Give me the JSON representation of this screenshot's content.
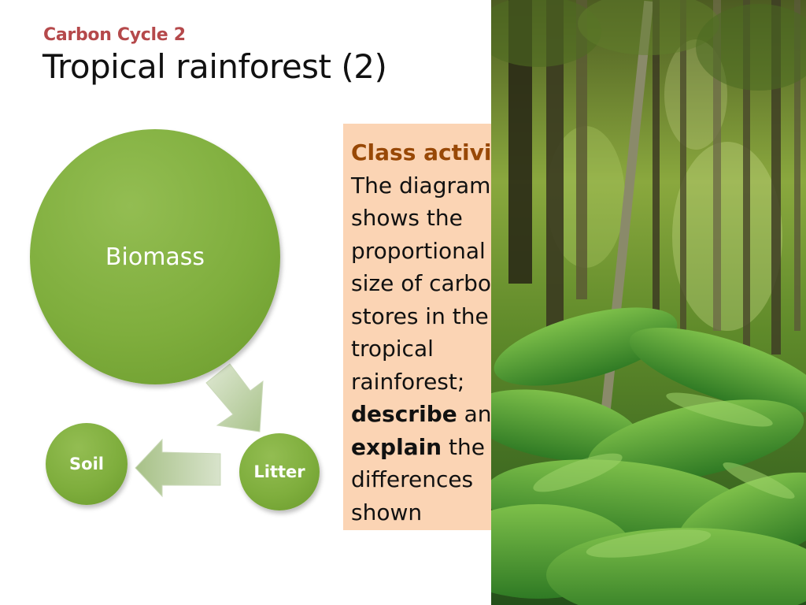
{
  "header": {
    "subtitle": "Carbon Cycle 2",
    "title": "Tropical rainforest (2)"
  },
  "diagram": {
    "nodes": {
      "biomass": "Biomass",
      "litter": "Litter",
      "soil": "Soil"
    },
    "colors": {
      "node_fill": "#7fae3d",
      "arrow_fill": "#b6cc9a"
    }
  },
  "activity": {
    "heading": "Class activity",
    "lines": [
      "The diagram",
      "shows the",
      "proportional",
      "size of carbon",
      "stores in the",
      "tropical",
      "rainforest;"
    ],
    "describe_bold": "describe",
    "describe_rest": " and",
    "explain_bold": "explain",
    "explain_rest": " the",
    "line_end_1": "differences",
    "line_end_2": "shown",
    "colors": {
      "background": "#fbd4b4",
      "heading": "#984806"
    }
  },
  "photo": {
    "icon": "rainforest-photo"
  }
}
